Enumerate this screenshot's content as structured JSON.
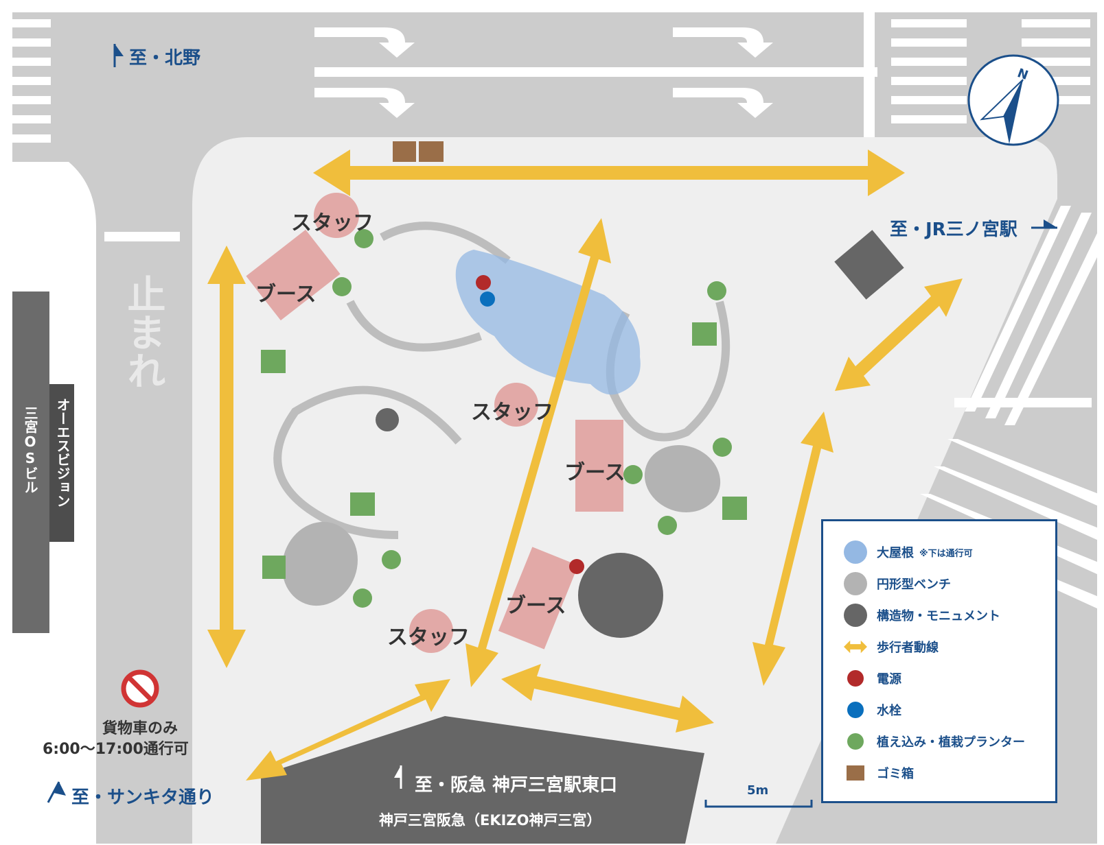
{
  "directions": {
    "kitano": "至・北野",
    "jr": "至・JR三ノ宮駅",
    "sankita": "至・サンキタ通り",
    "hankyu": "至・阪急 神戸三宮駅東口"
  },
  "road_text": "止まれ",
  "buildings": {
    "ospirit_building": "三宮OSビル",
    "osvision": "オーエスビジョン",
    "hankyu_store": "神戸三宮阪急（EKIZO神戸三宮）"
  },
  "restriction": {
    "line1": "貨物車のみ",
    "line2": "6:00〜17:00通行可"
  },
  "labels": {
    "staff": "スタッフ",
    "booth": "ブース"
  },
  "scale": "5m",
  "compass": "N",
  "legend": {
    "items": [
      {
        "label": "大屋根",
        "note": "※下は通行可",
        "color": "#94b8e3"
      },
      {
        "label": "円形型ベンチ",
        "color": "#b3b3b3"
      },
      {
        "label": "構造物・モニュメント",
        "color": "#666666"
      },
      {
        "label": "歩行者動線",
        "color": "#f0be3c"
      },
      {
        "label": "電源",
        "color": "#b22a2a"
      },
      {
        "label": "水栓",
        "color": "#0a6fbd"
      },
      {
        "label": "植え込み・植栽プランター",
        "color": "#6ea85e"
      },
      {
        "label": "ゴミ箱",
        "color": "#9a6e48"
      }
    ]
  }
}
